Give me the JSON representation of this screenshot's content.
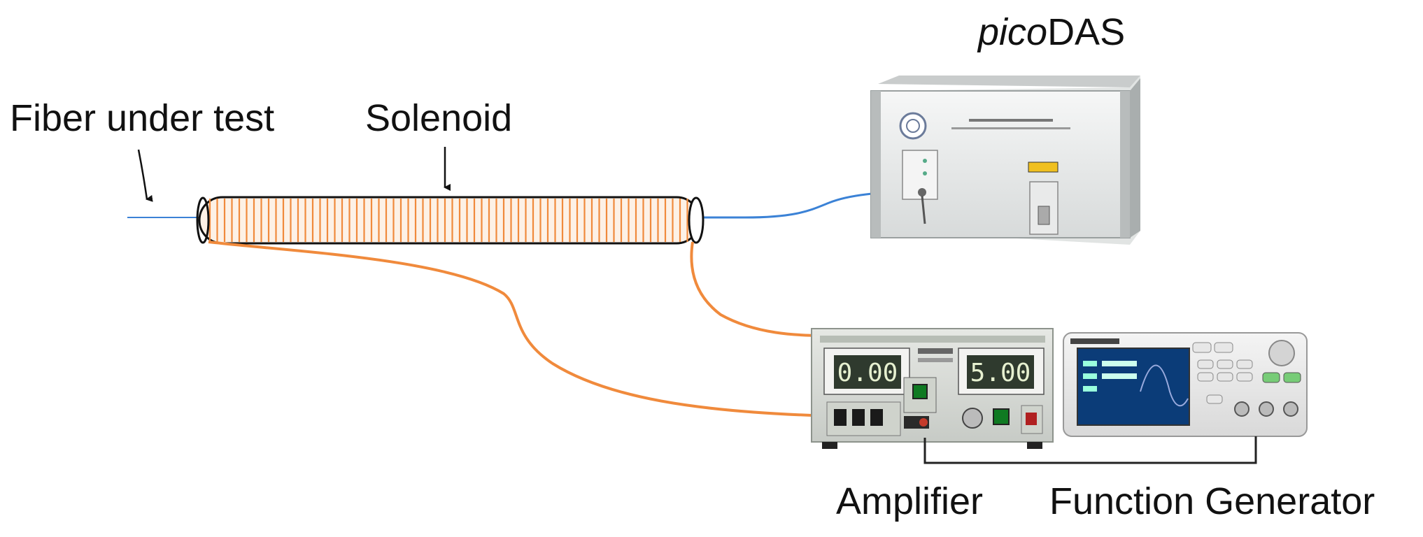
{
  "labels": {
    "fiber_under_test": "Fiber under test",
    "solenoid": "Solenoid",
    "picodas_italic": "pico",
    "picodas_rest": "DAS",
    "amplifier": "Amplifier",
    "function_generator": "Function Generator"
  },
  "amplifier_panel": {
    "current_display": "0.00",
    "voltage_display": "5.00"
  },
  "colors": {
    "fiber": "#3b82d6",
    "solenoid_coil": "#f08a3c",
    "lead_wire": "#f08a3c",
    "picodas_case": "#eef0f0",
    "amplifier_case": "#d9dcd8",
    "lcd_background": "#2f3a2e",
    "lcd_text": "#e6f0d0",
    "generator_screen": "#0b3c78"
  }
}
